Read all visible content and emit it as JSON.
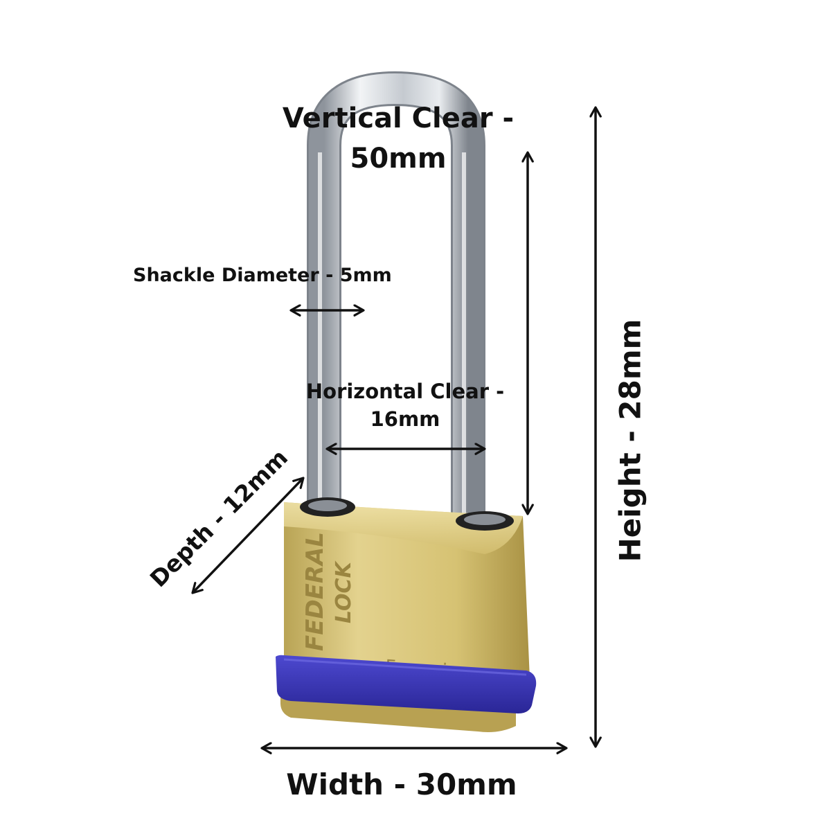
{
  "labels": {
    "vertical_clear_line1": "Vertical Clear -",
    "vertical_clear_line2": "50mm",
    "shackle_diameter": "Shackle Diameter - 5mm",
    "horizontal_clear_line1": "Horizontal Clear -",
    "horizontal_clear_line2": "16mm",
    "depth": "Depth - 12mm",
    "height": "Height - 28mm",
    "width": "Width - 30mm"
  },
  "product": {
    "brand_line1": "FEDERAL",
    "brand_line2": "LOCK",
    "series_mark": "F series"
  },
  "colors": {
    "body_brass": "#d8c478",
    "bumper": "#3a36b8",
    "shackle": "#c8ccd2",
    "arrow": "#111111"
  }
}
